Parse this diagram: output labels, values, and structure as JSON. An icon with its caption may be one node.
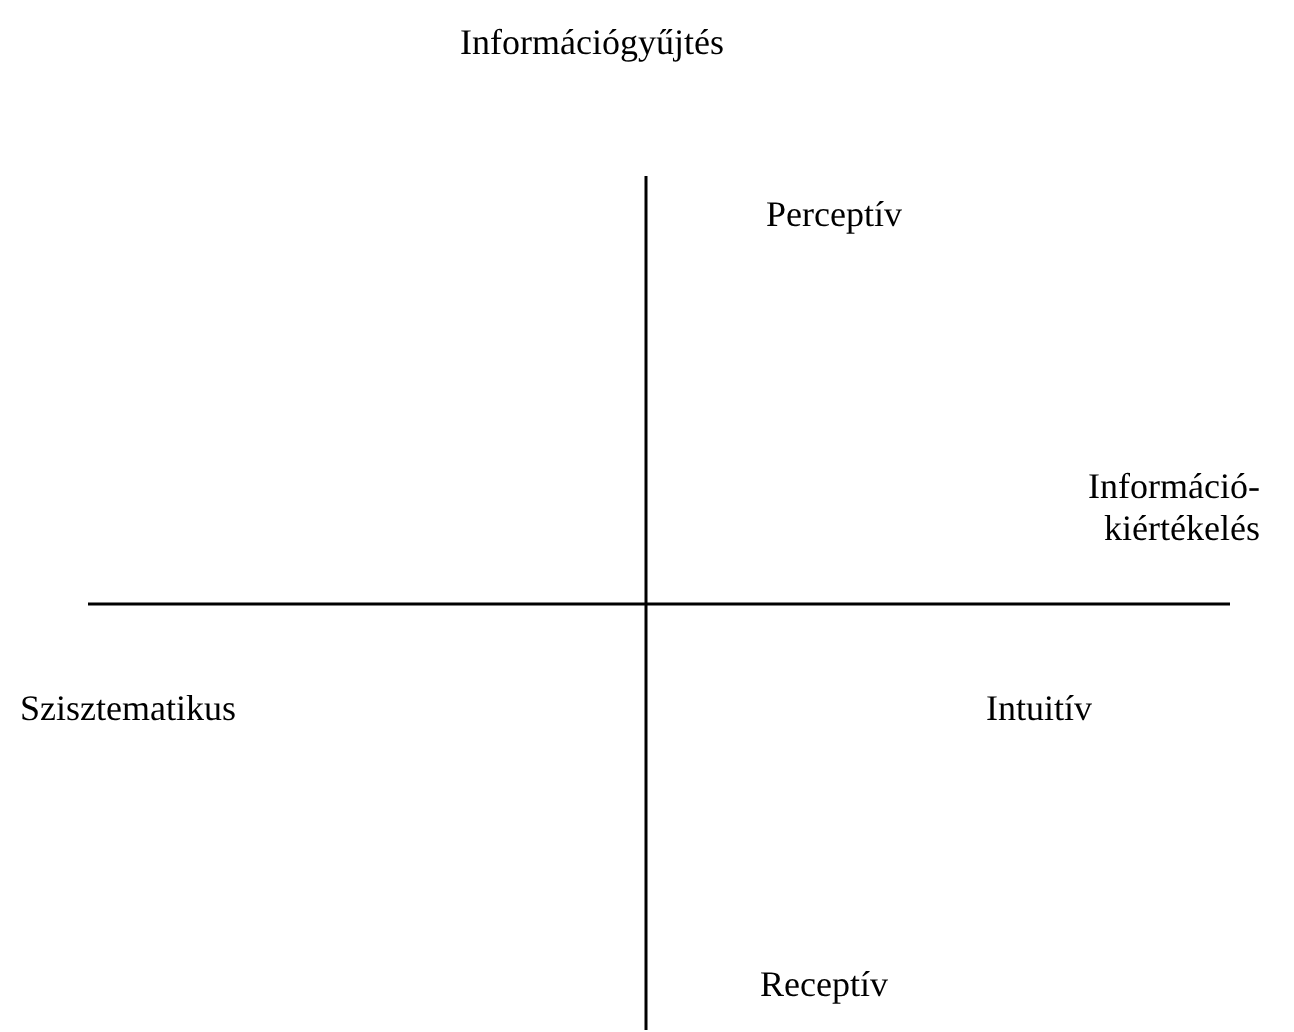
{
  "diagram": {
    "labels": [
      "Információgyűjtés",
      "Perceptív",
      "Információ- kiértékelés",
      "Szisztematikus",
      "Intuitív",
      "Receptív"
    ]
  }
}
